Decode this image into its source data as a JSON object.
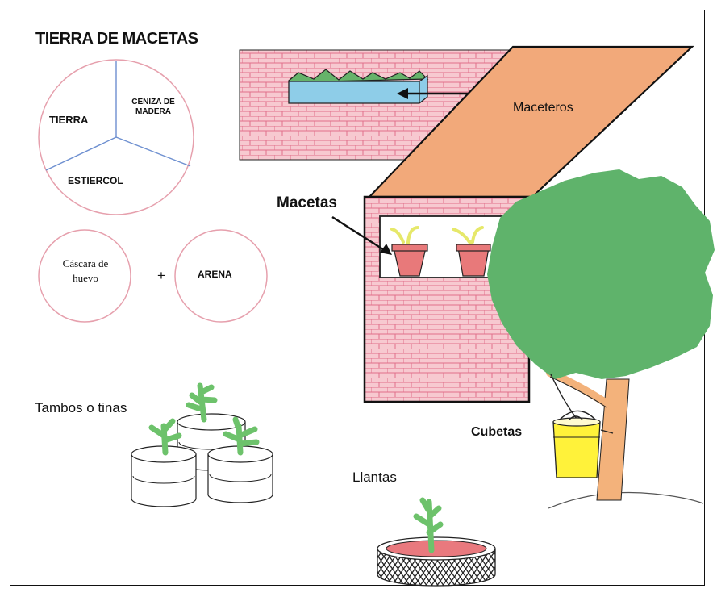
{
  "title": "TIERRA DE MACETAS",
  "mixture": {
    "pie_labels": {
      "tierra": "TIERRA",
      "ceniza": "CENIZA DE MADERA",
      "estiercol": "ESTIERCOL"
    },
    "cascara": "Cáscara de huevo",
    "plus": "+",
    "arena": "ARENA"
  },
  "labels": {
    "maceteros": "Maceteros",
    "macetas": "Macetas",
    "tambos": "Tambos o tinas",
    "cubetas": "Cubetas",
    "llantas": "Llantas"
  },
  "colors": {
    "brick": "#f7c9d0",
    "brick_line": "#e06f8a",
    "roof": "#f2a97a",
    "tree": "#5fb36b",
    "trunk": "#f3b27b",
    "planter": "#8ecde8",
    "pot": "#e8797a",
    "bucket": "#fff23a",
    "tire_rim": "#e9797e",
    "stem": "#6dc26b",
    "sprout": "#e6e86a"
  }
}
